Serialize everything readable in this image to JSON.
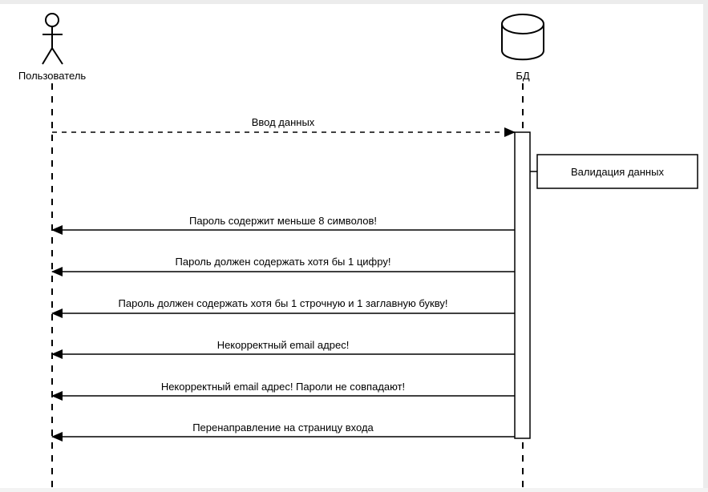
{
  "participants": {
    "user": {
      "label": "Пользователь",
      "icon": "actor-icon"
    },
    "db": {
      "label": "БД",
      "icon": "database-icon"
    }
  },
  "messages": [
    {
      "label": "Ввод данных",
      "direction": "user-to-db",
      "style": "dashed"
    },
    {
      "label": "Пароль содержит меньше 8 символов!",
      "direction": "db-to-user",
      "style": "solid"
    },
    {
      "label": "Пароль должен содержать хотя бы 1 цифру!",
      "direction": "db-to-user",
      "style": "solid"
    },
    {
      "label": "Пароль должен содержать хотя бы 1 строчную и 1 заглавную букву!",
      "direction": "db-to-user",
      "style": "solid"
    },
    {
      "label": "Некорректный email адрес!",
      "direction": "db-to-user",
      "style": "solid"
    },
    {
      "label": "Некорректный email адрес! Пароли не совпадают!",
      "direction": "db-to-user",
      "style": "solid"
    },
    {
      "label": "Перенаправление на страницу входа",
      "direction": "db-to-user",
      "style": "solid"
    }
  ],
  "note": {
    "label": "Валидация данных"
  }
}
